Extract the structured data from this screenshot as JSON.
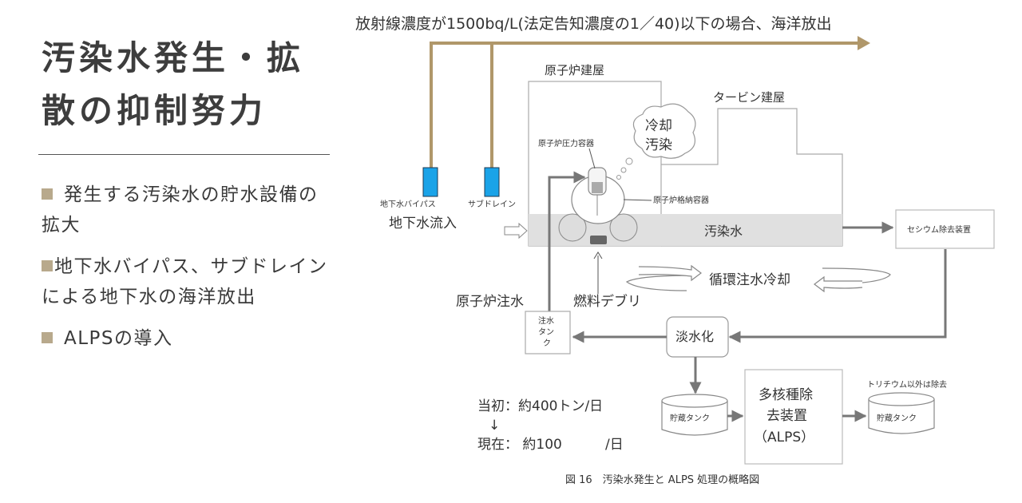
{
  "title_line1": "汚染水発生・拡",
  "title_line2": "散の抑制努力",
  "bullets": [
    "発生する汚染水の貯水設備の拡大",
    "地下水バイパス、サブドレインによる地下水の海洋放出",
    "ALPSの導入"
  ],
  "diagram": {
    "discharge_label": "放射線濃度が1500bq/L(法定告知濃度の1／40)以下の場合、海洋放出",
    "reactor_building": "原子炉建屋",
    "turbine_building": "タービン建屋",
    "pressure_vessel": "原子炉圧力容器",
    "containment_vessel": "原子炉格納容器",
    "cooling_bubble_1": "冷却",
    "cooling_bubble_2": "汚染",
    "contaminated_water": "汚染水",
    "groundwater_bypass": "地下水バイパス",
    "subdrain": "サブドレイン",
    "groundwater_inflow": "地下水流入",
    "cesium_removal": "セシウム除去装置",
    "circulation_cooling": "循環注水冷却",
    "reactor_injection": "原子炉注水",
    "fuel_debris": "燃料デブリ",
    "injection_tank_1": "注水",
    "injection_tank_2": "タン",
    "injection_tank_3": "ク",
    "desalination": "淡水化",
    "storage_tank_1": "貯蔵タンク",
    "alps_1": "多核種除",
    "alps_2": "去装置",
    "alps_3": "（ALPS）",
    "storage_tank_2": "貯蔵タンク",
    "tritium_note": "トリチウム以外は除去",
    "initial_label": "当初：約400トン/日",
    "down_arrow": "↓",
    "current_label": "現在： 約100",
    "current_unit": "/日",
    "figure_caption": "図 16　汚染水発生と ALPS 処理の概略図"
  },
  "colors": {
    "accent_gold": "#b0976a",
    "bullet_square": "#b8a98c",
    "pump_blue": "#1aa3e8",
    "water_band": "#e0e0e0",
    "flow_arrow": "#777777"
  }
}
